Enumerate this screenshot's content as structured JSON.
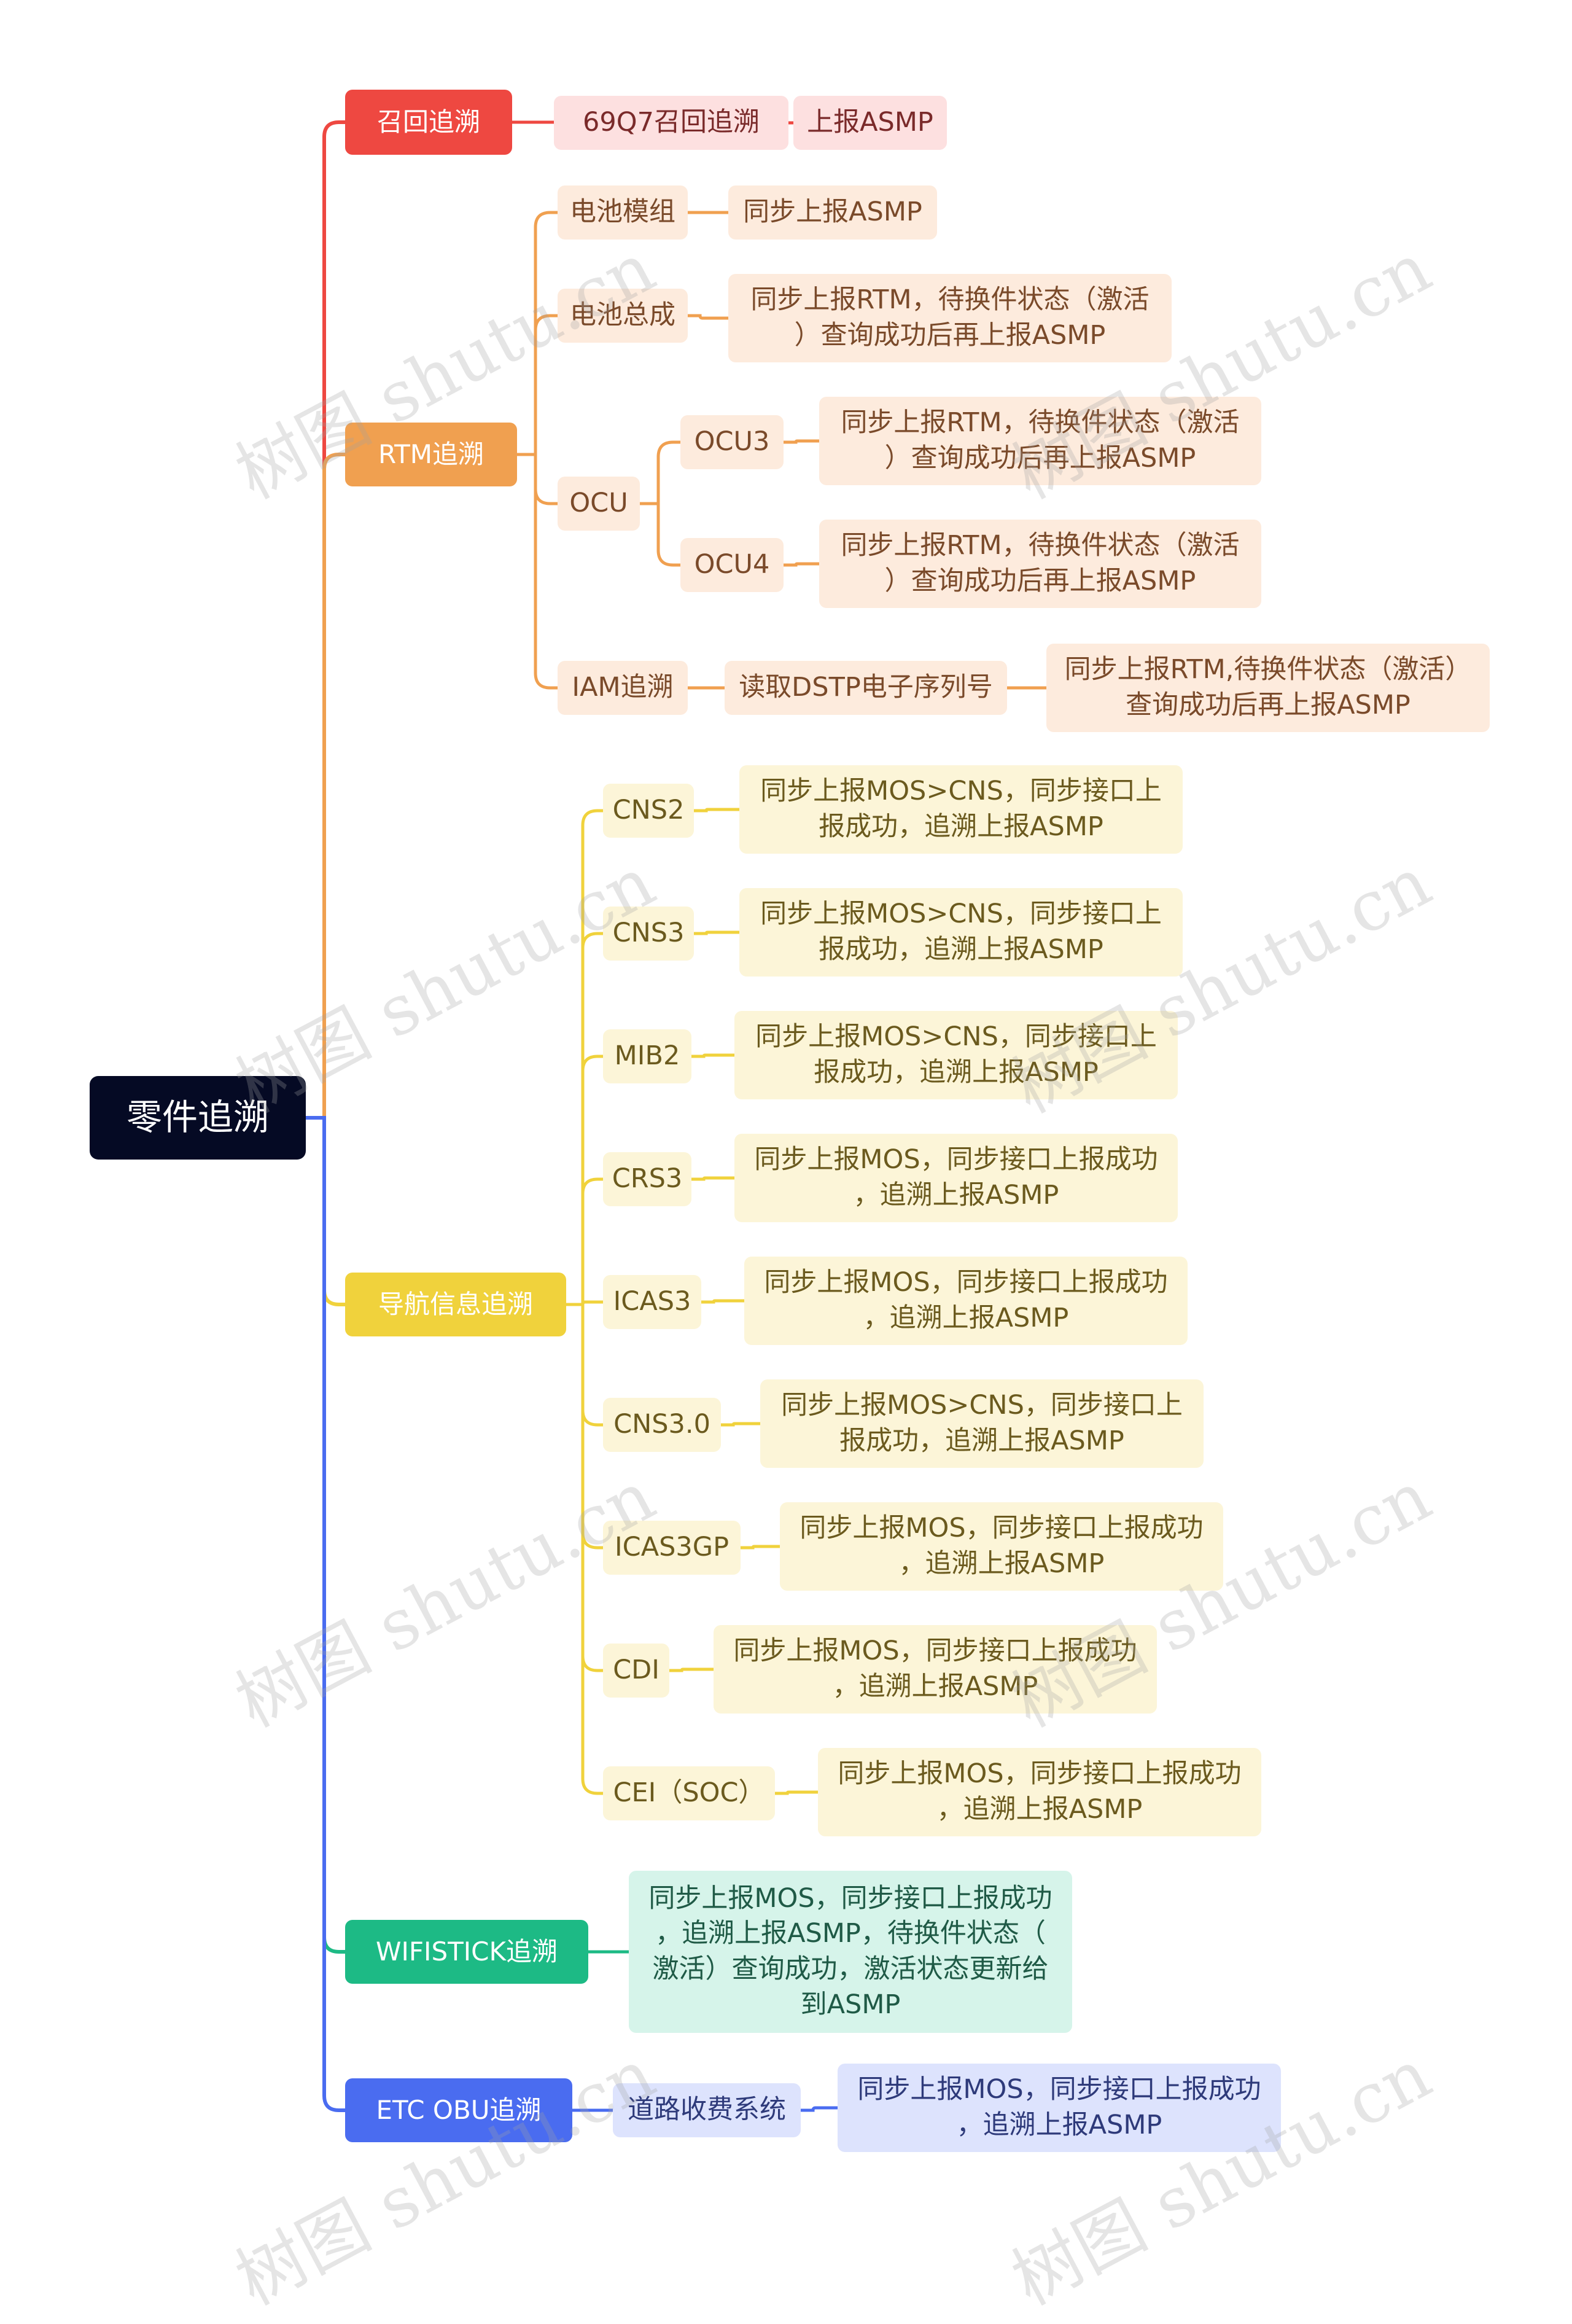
{
  "colors": {
    "root": "#050A24",
    "red": "#EE4841",
    "redLight": "#FDE0E0",
    "redText": "#7A2A2A",
    "orange": "#F0A050",
    "orangeLight": "#FDEBDD",
    "orangeText": "#7A4A2A",
    "yellow": "#F0D23C",
    "yellowLight": "#FCF5D8",
    "yellowText": "#6B5A1E",
    "green": "#1DBA85",
    "greenLight": "#D6F4EA",
    "greenText": "#1F5A46",
    "blue": "#4A6CF0",
    "blueLight": "#DDE3FD",
    "blueText": "#2E3A7A"
  },
  "watermark": "树图 shutu.cn",
  "root": "零件追溯",
  "branches": [
    {
      "label": "召回追溯",
      "color": "red",
      "children": [
        {
          "label": "69Q7召回追溯",
          "children": [
            {
              "label": "上报ASMP"
            }
          ]
        }
      ]
    },
    {
      "label": "RTM追溯",
      "color": "orange",
      "children": [
        {
          "label": "电池模组",
          "children": [
            {
              "label": "同步上报ASMP"
            }
          ]
        },
        {
          "label": "电池总成",
          "children": [
            {
              "label": "同步上报RTM，待换件状态（激活\n）查询成功后再上报ASMP"
            }
          ]
        },
        {
          "label": "OCU",
          "children": [
            {
              "label": "OCU3",
              "children": [
                {
                  "label": "同步上报RTM，待换件状态（激活\n）查询成功后再上报ASMP"
                }
              ]
            },
            {
              "label": "OCU4",
              "children": [
                {
                  "label": "同步上报RTM，待换件状态（激活\n）查询成功后再上报ASMP"
                }
              ]
            }
          ]
        },
        {
          "label": "IAM追溯",
          "children": [
            {
              "label": "读取DSTP电子序列号",
              "children": [
                {
                  "label": "同步上报RTM,待换件状态（激活）\n查询成功后再上报ASMP"
                }
              ]
            }
          ]
        }
      ]
    },
    {
      "label": "导航信息追溯",
      "color": "yellow",
      "children": [
        {
          "label": "CNS2",
          "children": [
            {
              "label": "同步上报MOS>CNS，同步接口上\n报成功，追溯上报ASMP"
            }
          ]
        },
        {
          "label": "CNS3",
          "children": [
            {
              "label": "同步上报MOS>CNS，同步接口上\n报成功，追溯上报ASMP"
            }
          ]
        },
        {
          "label": "MIB2",
          "children": [
            {
              "label": "同步上报MOS>CNS，同步接口上\n报成功，追溯上报ASMP"
            }
          ]
        },
        {
          "label": "CRS3",
          "children": [
            {
              "label": "同步上报MOS，同步接口上报成功\n，追溯上报ASMP"
            }
          ]
        },
        {
          "label": "ICAS3",
          "children": [
            {
              "label": "同步上报MOS，同步接口上报成功\n，追溯上报ASMP"
            }
          ]
        },
        {
          "label": "CNS3.0",
          "children": [
            {
              "label": "同步上报MOS>CNS，同步接口上\n报成功，追溯上报ASMP"
            }
          ]
        },
        {
          "label": "ICAS3GP",
          "children": [
            {
              "label": "同步上报MOS，同步接口上报成功\n，追溯上报ASMP"
            }
          ]
        },
        {
          "label": "CDI",
          "children": [
            {
              "label": "同步上报MOS，同步接口上报成功\n，追溯上报ASMP"
            }
          ]
        },
        {
          "label": "CEI（SOC）",
          "children": [
            {
              "label": "同步上报MOS，同步接口上报成功\n，追溯上报ASMP"
            }
          ]
        }
      ]
    },
    {
      "label": "WIFISTICK追溯",
      "color": "green",
      "children": [
        {
          "label": "同步上报MOS，同步接口上报成功\n，追溯上报ASMP，待换件状态（\n激活）查询成功，激活状态更新给\n到ASMP"
        }
      ]
    },
    {
      "label": "ETC OBU追溯",
      "color": "blue",
      "children": [
        {
          "label": "道路收费系统",
          "children": [
            {
              "label": "同步上报MOS，同步接口上报成功\n，追溯上报ASMP"
            }
          ]
        }
      ]
    }
  ]
}
